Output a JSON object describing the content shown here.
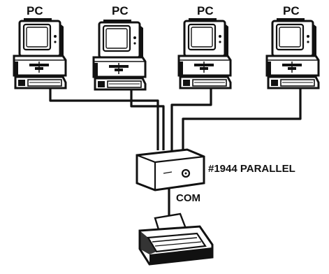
{
  "labels": {
    "pc": [
      "PC",
      "PC",
      "PC",
      "PC"
    ],
    "switch": "#1944 PARALLEL",
    "com": "COM"
  },
  "colors": {
    "ink": "#111111",
    "paper": "#ffffff"
  }
}
